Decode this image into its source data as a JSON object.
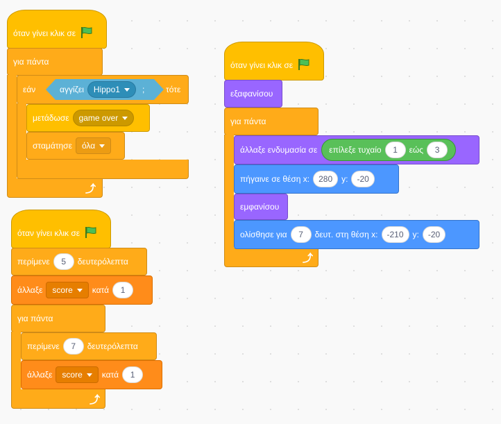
{
  "events": {
    "when_flag_clicked": "όταν γίνει κλικ σε",
    "flag_icon": "green-flag-icon"
  },
  "control": {
    "forever": "για πάντα",
    "if": "εάν",
    "then": "τότε",
    "stop": "σταμάτησε",
    "stop_option": "όλα",
    "wait": "περίμενε",
    "seconds": "δευτερόλεπτα",
    "loop_icon": "loop-arrow-icon"
  },
  "sensing": {
    "touching": "αγγίζει",
    "touching_target": "Hippo1",
    "question": ";"
  },
  "events_broadcast": {
    "broadcast": "μετάδωσε",
    "message": "game over"
  },
  "variables": {
    "change": "άλλαξε",
    "var_name": "score",
    "by": "κατά"
  },
  "looks": {
    "hide": "εξαφανίσου",
    "show": "εμφανίσου",
    "switch_costume": "άλλαξε ενδυμασία σε"
  },
  "operators": {
    "pick_random": "επίλεξε τυχαίο",
    "to": "εώς"
  },
  "motion": {
    "goto": "πήγαινε σε θέση x:",
    "y": "y:",
    "glide": "ολίσθησε για",
    "glide_secs": "δευτ. στη θέση x:"
  },
  "values": {
    "wait1": "5",
    "change1": "1",
    "wait2": "7",
    "change2": "1",
    "rand_from": "1",
    "rand_to": "3",
    "goto_x": "280",
    "goto_y": "-20",
    "glide_secs": "7",
    "glide_x": "-210",
    "glide_y": "-20"
  },
  "colors": {
    "events": "#ffbf00",
    "control": "#ffab19",
    "looks": "#9966ff",
    "motion": "#4c97ff",
    "operators": "#59c059",
    "sensing": "#5cb1d6",
    "variables": "#ff8c1a"
  }
}
